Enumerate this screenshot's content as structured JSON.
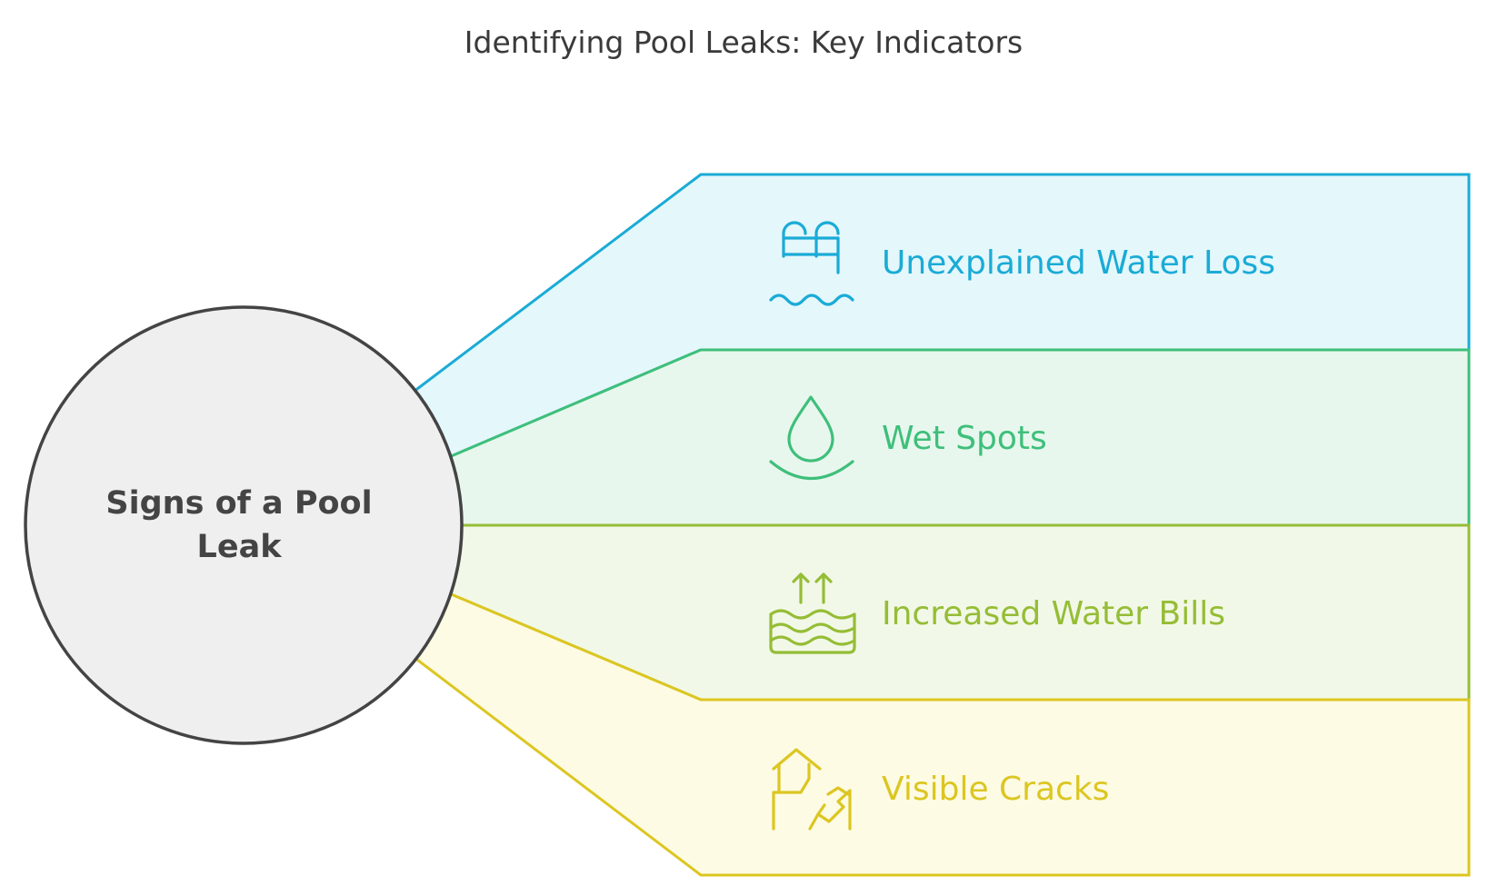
{
  "title": "Identifying Pool Leaks: Key Indicators",
  "center": {
    "label_line1": "Signs of a Pool",
    "label_line2": "Leak"
  },
  "indicators": [
    {
      "label": "Unexplained Water Loss",
      "icon": "pool-ladder-icon",
      "color": "#1aabd6",
      "fill": "#e4f7fb"
    },
    {
      "label": "Wet Spots",
      "icon": "water-drop-icon",
      "color": "#3fbf7a",
      "fill": "#e7f7ee"
    },
    {
      "label": "Increased Water Bills",
      "icon": "rising-water-icon",
      "color": "#95bd36",
      "fill": "#f2f8e7"
    },
    {
      "label": "Visible Cracks",
      "icon": "cracked-house-icon",
      "color": "#dcc621",
      "fill": "#fdfbe4"
    }
  ],
  "center_style": {
    "fill": "#efefef",
    "stroke": "#444444"
  }
}
